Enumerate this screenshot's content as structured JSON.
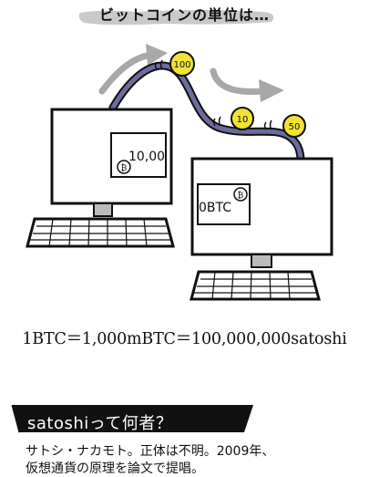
{
  "title": "ビットコインの単位は…",
  "coins": [
    "100",
    "10",
    "50"
  ],
  "screens": {
    "left_value": "10,00",
    "right_value": "0BTC"
  },
  "formula": "1BTC＝1,000mBTC＝100,000,000satoshi",
  "banner": {
    "text": "satoshiって何者？"
  },
  "description": [
    "サトシ・ナカモト。正体は不明。2009年、",
    "仮想通貨の原理を論文で提唱。"
  ],
  "colors": {
    "coin": "#f2e235",
    "cable": "#6b6ba0",
    "arrow": "#a8a8a8",
    "banner": "#111111"
  }
}
